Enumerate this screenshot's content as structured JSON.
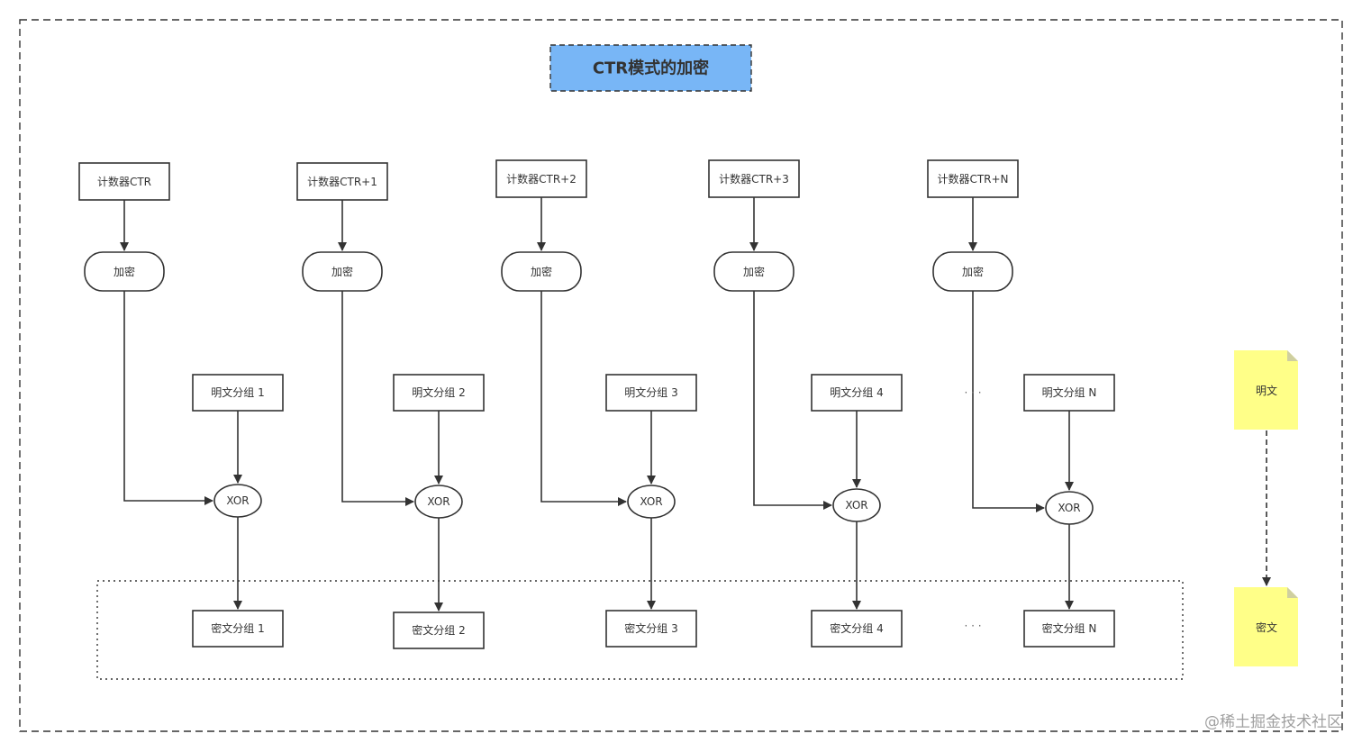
{
  "title": "CTR模式的加密",
  "columns": [
    {
      "counter": "计数器CTR",
      "encrypt": "加密",
      "plaintext": "明文分组 1",
      "xor": "XOR",
      "ciphertext": "密文分组 1"
    },
    {
      "counter": "计数器CTR+1",
      "encrypt": "加密",
      "plaintext": "明文分组 2",
      "xor": "XOR",
      "ciphertext": "密文分组 2"
    },
    {
      "counter": "计数器CTR+2",
      "encrypt": "加密",
      "plaintext": "明文分组 3",
      "xor": "XOR",
      "ciphertext": "密文分组 3"
    },
    {
      "counter": "计数器CTR+3",
      "encrypt": "加密",
      "plaintext": "明文分组 4",
      "xor": "XOR",
      "ciphertext": "密文分组 4"
    },
    {
      "counter": "计数器CTR+N",
      "encrypt": "加密",
      "plaintext": "明文分组 N",
      "xor": "XOR",
      "ciphertext": "密文分组 N"
    }
  ],
  "ellipsis": {
    "plaintext": "· · ·",
    "ciphertext": "· · ·"
  },
  "legend": {
    "plaintext": "明文",
    "ciphertext": "密文"
  },
  "watermark": "@稀土掘金技术社区",
  "colors": {
    "title_fill": "#78b6f6",
    "note_fill": "#ffff88",
    "note_fold": "#cfcfa0",
    "stroke": "#333333"
  }
}
